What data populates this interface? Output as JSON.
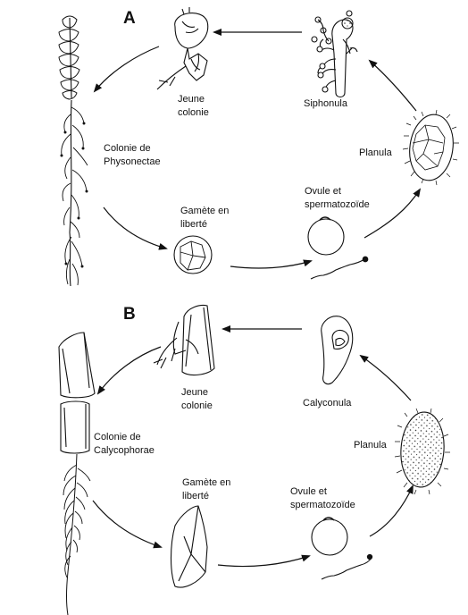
{
  "panel_a": {
    "letter": "A",
    "labels": {
      "jeune_colonie": "Jeune\ncolonie",
      "siphonula": "Siphonula",
      "colonie": "Colonie de\nPhysonectae",
      "planula": "Planula",
      "gamete": "Gamète en\nliberté",
      "ovule": "Ovule et\nspermatozoïde"
    }
  },
  "panel_b": {
    "letter": "B",
    "labels": {
      "jeune_colonie": "Jeune\ncolonie",
      "calyconula": "Calyconula",
      "colonie": "Colonie de\nCalycophorae",
      "planula": "Planula",
      "gamete": "Gamète en\nliberté",
      "ovule": "Ovule et\nspermatozoïde"
    }
  }
}
